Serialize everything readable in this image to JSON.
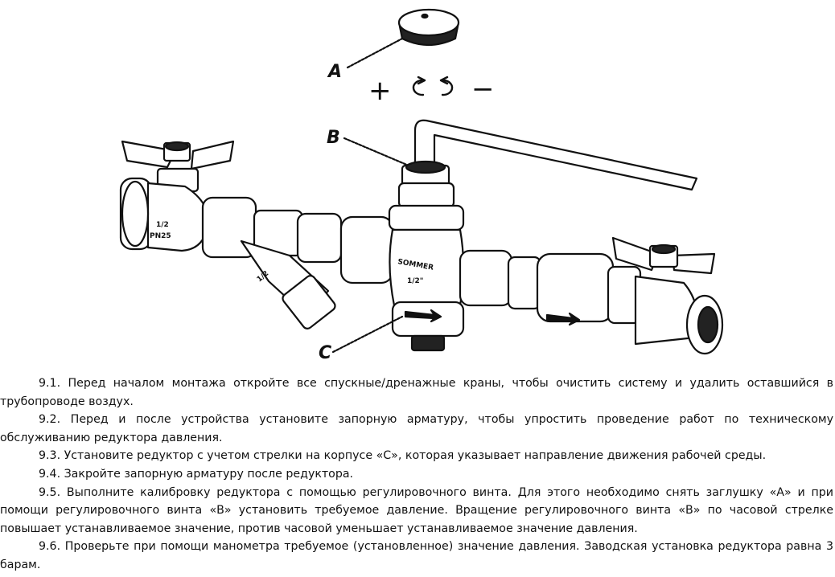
{
  "figure": {
    "labels": {
      "a": "A",
      "b": "B",
      "c": "C"
    },
    "markings": {
      "valve_size": "1/2",
      "valve_pn": "PN25",
      "filter_size": "1/2",
      "reducer_brand": "SOMMER",
      "reducer_size": "1/2\""
    },
    "adjust_symbols": {
      "plus": "+",
      "minus": "−"
    }
  },
  "instructions": [
    "9.1. Перед началом монтажа откройте все спускные/дренажные краны, чтобы очистить систему и удалить оставшийся в трубопроводе воздух.",
    "9.2. Перед и после устройства установите запорную арматуру, чтобы упростить проведение работ по техническому обслуживанию редуктора давления.",
    "9.3. Установите редуктор с учетом стрелки на корпусе «С», которая указывает направление движения рабочей среды.",
    "9.4. Закройте запорную арматуру после редуктора.",
    "9.5. Выполните калибровку редуктора с помощью регулировочного винта. Для этого необходимо снять заглушку «А» и при помощи регулировочного винта «В» установить требуемое давление. Вращение регулировочного винта «В» по часовой стрелке повышает устанавливаемое значение, против часовой уменьшает устанавливаемое значение давления.",
    "9.6. Проверьте при помощи манометра требуемое (установленное) значение давления. Заводская установка редуктора равна 3 барам."
  ]
}
